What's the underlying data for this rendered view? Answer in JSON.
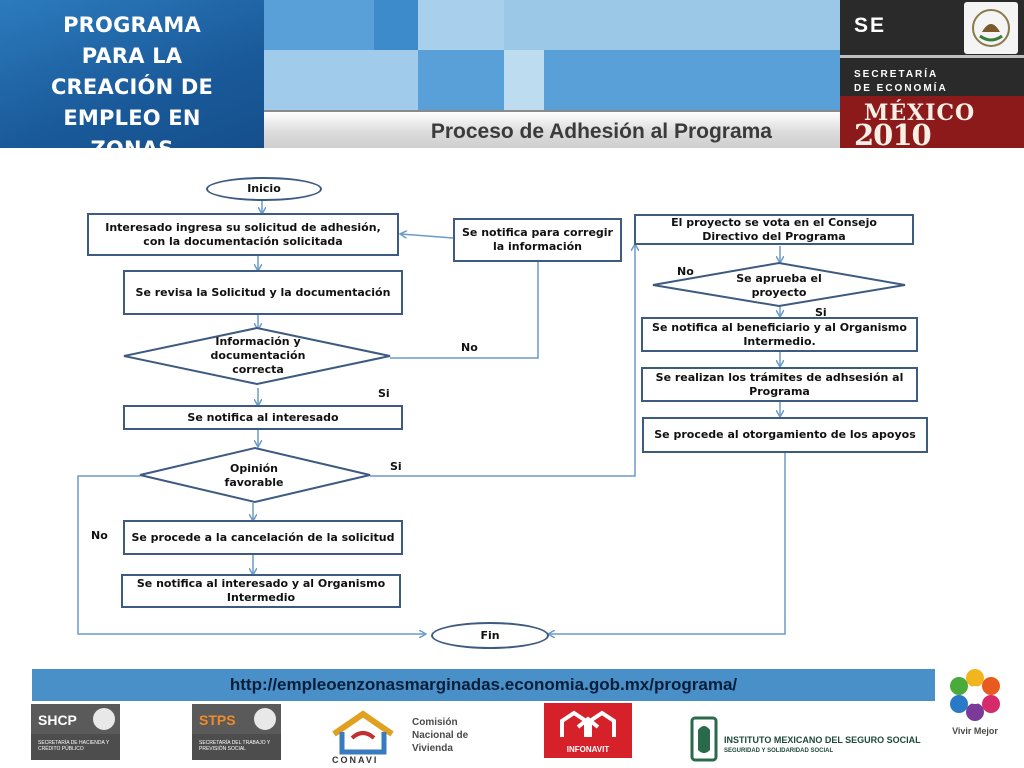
{
  "header": {
    "program_title": "PROGRAMA PARA LA CREACIÓN DE EMPLEO EN ZONAS MARGINADAS",
    "process_title": "Proceso de Adhesión al Programa",
    "se_short": "SE",
    "se_name_line1": "SECRETARÍA",
    "se_name_line2": "DE ECONOMÍA",
    "mexico_word": "MÉXICO",
    "mexico_year": "2010"
  },
  "flow": {
    "inicio": "Inicio",
    "interesado": "Interesado  ingresa su solicitud de adhesión, con la documentación solicitada",
    "revisa": "Se revisa la Solicitud y la documentación",
    "info_correcta": "Información y documentación correcta",
    "notifica_corregir": "Se notifica para corregir la información",
    "notifica_interesado": "Se notifica al interesado",
    "opinion": "Opinión favorable",
    "cancelacion": "Se procede a la cancelación de  la solicitud",
    "notifica_organismo": "Se notifica al interesado y al Organismo Intermedio",
    "fin": "Fin",
    "consejo": "El proyecto  se vota en el Consejo Directivo del Programa",
    "aprueba": "Se aprueba el proyecto",
    "notifica_beneficiario": "Se notifica al beneficiario y al Organismo Intermedio.",
    "tramites": "Se realizan los trámites de adhsesión  al Programa",
    "otorgamiento": "Se procede al otorgamiento de los apoyos",
    "label_no_1": "No",
    "label_si_1": "Si",
    "label_si_2": "Si",
    "label_no_2": "No",
    "label_no_3": "No",
    "label_si_3": "Si"
  },
  "footer": {
    "url": "http://empleoenzonasmarginadas.economia.gob.mx/programa/",
    "shcp": "SHCP",
    "shcp_sub": "SECRETARÍA DE HACIENDA Y CRÉDITO PÚBLICO",
    "stps": "STPS",
    "stps_sub": "SECRETARÍA DEL TRABAJO Y PREVISIÓN SOCIAL",
    "conavi_name": "Comisión Nacional de Vivienda",
    "conavi_short": "CONAVI",
    "infonavit": "INFONAVIT",
    "imss": "INSTITUTO MEXICANO DEL SEGURO SOCIAL",
    "imss_sub": "SEGURIDAD Y SOLIDARIDAD SOCIAL",
    "vivir_mejor": "Vivir Mejor"
  }
}
